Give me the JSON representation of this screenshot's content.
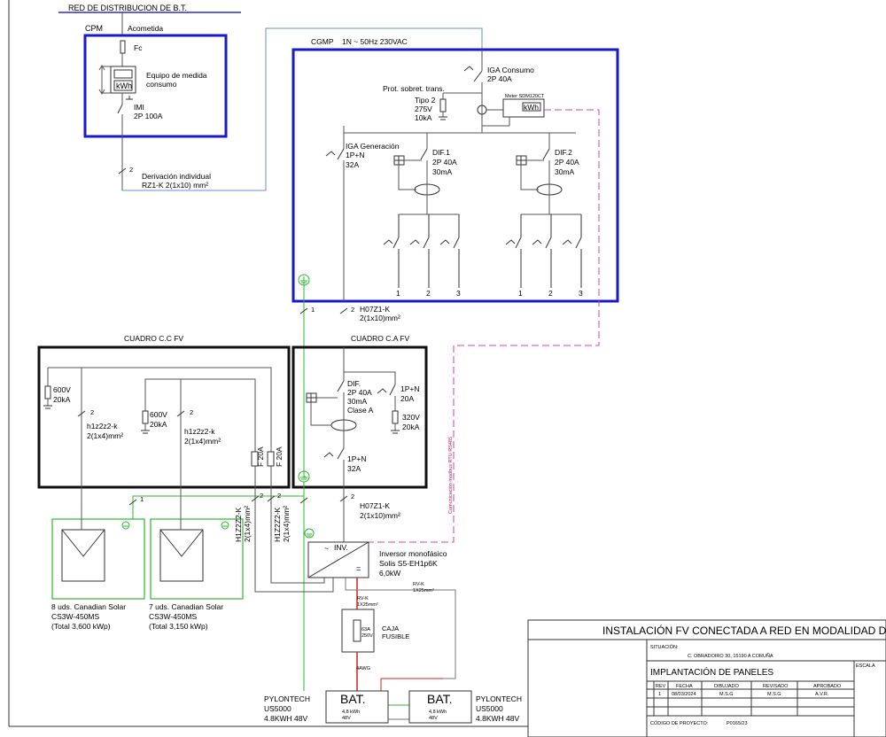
{
  "top_header": "RED DE DISTRIBUCION DE B.T.",
  "cpm": {
    "label": "CPM",
    "acometida": "Acometida",
    "fc": "Fc",
    "meter_label": "kWh",
    "meter_desc_1": "Equipo de medida",
    "meter_desc_2": "consumo",
    "imi_1": "IMI",
    "imi_2": "2P 100A"
  },
  "derivacion": {
    "count": "2",
    "line1": "Derivación individual",
    "line2": "RZ1-K 2(1x10) mm²"
  },
  "cgmp": {
    "title": "CGMP",
    "supply": "1N ~ 50Hz 230VAC",
    "iga_consumo_1": "IGA Consumo",
    "iga_consumo_2": "2P 40A",
    "prot_title": "Prot. sobret. trans.",
    "prot_1": "Tipo 2",
    "prot_2": "275V",
    "prot_3": "10kA",
    "meter_model": "Meter SDM120CT",
    "meter_label": "kWh",
    "iga_gen_1": "IGA Generación",
    "iga_gen_2": "1P+N",
    "iga_gen_3": "32A",
    "dif1_1": "DIF.1",
    "dif1_2": "2P 40A",
    "dif1_3": "30mA",
    "dif2_1": "DIF.2",
    "dif2_2": "2P 40A",
    "dif2_3": "30mA",
    "c1": "1",
    "c2": "2",
    "c3": "3",
    "c4": "1",
    "c5": "2",
    "c6": "3"
  },
  "between": {
    "earth_count": "1",
    "ac_count": "2",
    "cable_1": "H07Z1-K",
    "cable_2": "2(1x10)mm²"
  },
  "cuadro_cc": {
    "title": "CUADRO C.C FV",
    "spd1_1": "600V",
    "spd1_2": "20kA",
    "spd2_1": "600V",
    "spd2_2": "20kA",
    "str1_count": "2",
    "str1_cable_1": "h1z2z2-k",
    "str1_cable_2": "2(1x4)mm²",
    "str2_count": "2",
    "str2_cable_1": "h1z2z2-k",
    "str2_cable_2": "2(1x4)mm²",
    "fuse1": "F 20A",
    "fuse2": "F 20A"
  },
  "cuadro_ca": {
    "title": "CUADRO C.A FV",
    "dif_1": "DIF.",
    "dif_2": "2P 40A",
    "dif_3": "30mA",
    "dif_4": "Clase A",
    "mcb1_1": "1P+N",
    "mcb1_2": "20A",
    "spd_1": "320V",
    "spd_2": "20kA",
    "mcb2_1": "1P+N",
    "mcb2_2": "32A"
  },
  "lower": {
    "earth_count": "1",
    "dc_count_a": "2",
    "dc_count_b": "2",
    "dc_cable_a_1": "H1Z2Z2-K",
    "dc_cable_a_2": "2(1x4)mm²",
    "dc_cable_b_1": "H1Z2Z2-K",
    "dc_cable_b_2": "2(1x4)mm²",
    "ac_count": "2",
    "ac_cable_1": "H07Z1-K",
    "ac_cable_2": "2(1x10)mm²",
    "comm_label": "Comunicación modbus RTU RS485"
  },
  "inverter": {
    "label": "INV.",
    "ac_sym": "~",
    "dc_sym": "=",
    "desc_1": "Inversor monofásico",
    "desc_2": "Solis S5-EH1p6K",
    "desc_3": "6,0kW"
  },
  "panels": {
    "a_1": "8 uds. Canadian Solar",
    "a_2": "CS3W-450MS",
    "a_3": "(Total 3,600 kWp)",
    "b_1": "7 uds. Canadian Solar",
    "b_2": "CS3W-450MS",
    "b_3": "(Total 3,150 kWp)"
  },
  "battery": {
    "fuse_box_1": "CAJA",
    "fuse_box_2": "FUSIBLE",
    "fuse_rating_1": "63A",
    "fuse_rating_2": "250V",
    "cable_red_1": "RV-K",
    "cable_red_2": "1X25mm²",
    "cable_grey_1": "RV-K",
    "cable_grey_2": "1X25mm²",
    "awg": "4AWG",
    "bat1_label": "BAT.",
    "bat1_kwh": "4,8 kWh",
    "bat1_v": "48V",
    "bat2_label": "BAT.",
    "bat2_kwh": "4,8 kWh",
    "bat2_v": "48V",
    "left_1": "PYLONTECH",
    "left_2": "US5000",
    "left_3": "4.8KWH 48V",
    "right_1": "PYLONTECH",
    "right_2": "US5000",
    "right_3": "4.8KWH 48V"
  },
  "title_block": {
    "title": "INSTALACIÓN FV CONECTADA A RED EN MODALIDAD DE AUTOCONSUMO",
    "situacion_label": "SITUACIÓN:",
    "situacion_value": "C. OBRADOIRO 30, 15190 A CORUÑA",
    "drawing_title": "IMPLANTACIÓN DE PANELES",
    "escala": "ESCALA",
    "rev_h": "REV",
    "fecha_h": "FECHA",
    "dibujado_h": "DIBUJADO",
    "revisado_h": "REVISADO",
    "aprobado_h": "APROBADO",
    "rev_v": "1",
    "fecha_v": "08/03/2024",
    "dibujado_v": "M.S.G",
    "revisado_v": "M.S.G",
    "aprobado_v": "A.V.R.",
    "codigo_label": "CÓDIGO DE PROYECTO:",
    "codigo_value": "P0165/23"
  },
  "colors": {
    "blue_box": "#1a1ac8",
    "green_earth": "#2eb82e",
    "magenta_comm": "#e040a0",
    "red_pos": "#d32020",
    "wire": "#444444"
  }
}
